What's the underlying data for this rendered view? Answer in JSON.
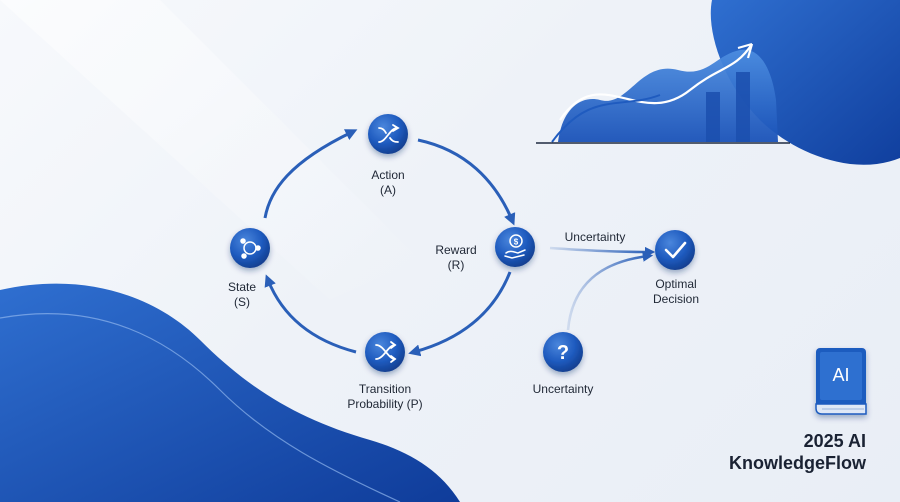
{
  "diagram": {
    "nodes": {
      "action": {
        "line1": "Action",
        "line2": "(A)",
        "icon": "shuffle-arrows-icon"
      },
      "reward": {
        "line1": "Reward",
        "line2": "(R)",
        "icon": "dollar-hand-icon"
      },
      "state": {
        "line1": "State",
        "line2": "(S)",
        "icon": "node-graph-icon"
      },
      "transition": {
        "line1": "Transition",
        "line2": "Probability (P)",
        "icon": "crossing-arrows-icon"
      },
      "uncertainty": {
        "label": "Uncertainty",
        "icon": "question-mark-icon"
      },
      "optimal": {
        "line1": "Optimal",
        "line2": "Decision",
        "icon": "checkmark-icon"
      }
    },
    "edge_label_uncertainty": "Uncertainty"
  },
  "brand": {
    "logo_text": "AI",
    "logo_icon": "book-icon",
    "line1": "2025 AI",
    "line2": "KnowledgeFlow"
  },
  "colors": {
    "primary": "#1f5bbf",
    "dark": "#123f91",
    "light": "#4a86dc",
    "text": "#1f2735"
  }
}
